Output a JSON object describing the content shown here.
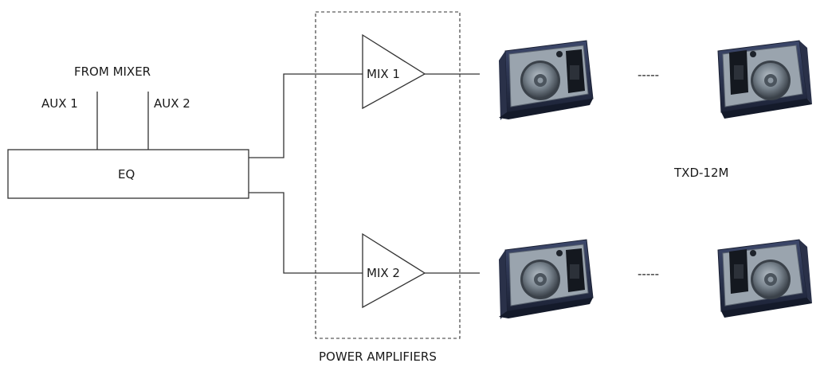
{
  "labels": {
    "from_mixer": "FROM MIXER",
    "aux1": "AUX 1",
    "aux2": "AUX 2",
    "eq": "EQ",
    "mix1": "MIX 1",
    "mix2": "MIX 2",
    "power_amplifiers": "POWER AMPLIFIERS",
    "speaker_model": "TXD-12M"
  },
  "speaker_rows": [
    {
      "continuation": "-----"
    },
    {
      "continuation": "-----"
    }
  ],
  "colors": {
    "line": "#333333",
    "text": "#1a1a1a",
    "speaker_body": "#2c3450",
    "speaker_frame": "#8f9aa6",
    "speaker_cone": "#7e8a95"
  }
}
